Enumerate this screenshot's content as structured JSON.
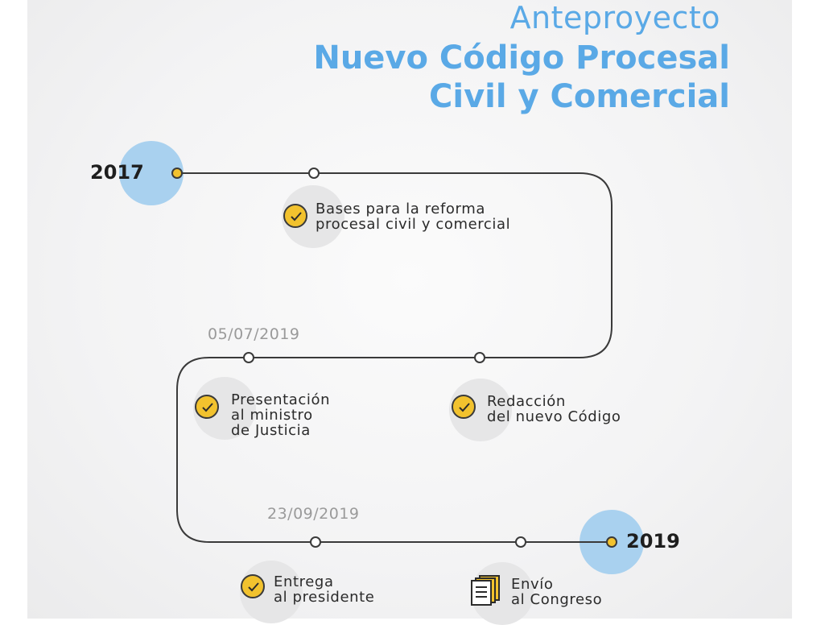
{
  "header": {
    "subtitle": "Anteproyecto",
    "title_line1": "Nuevo Código Procesal",
    "title_line2": "Civil y Comercial"
  },
  "timeline": {
    "start_year": "2017",
    "end_year": "2019",
    "dates": [
      "05/07/2019",
      "23/09/2019"
    ],
    "milestones": [
      {
        "lines": [
          "Bases para la reforma",
          "procesal civil y comercial"
        ],
        "icon": "check-icon"
      },
      {
        "lines": [
          "Presentación",
          "al ministro",
          "de Justicia"
        ],
        "icon": "check-icon"
      },
      {
        "lines": [
          "Redacción",
          "del nuevo Código"
        ],
        "icon": "check-icon"
      },
      {
        "lines": [
          "Entrega",
          "al presidente"
        ],
        "icon": "check-icon"
      },
      {
        "lines": [
          "Envío",
          "al Congreso"
        ],
        "icon": "documents-icon"
      }
    ]
  },
  "colors": {
    "accent_blue": "#5aa9e6",
    "circle_blue": "#a9d1ef",
    "check_yellow": "#f2c22e",
    "line": "#3a3a3a"
  }
}
